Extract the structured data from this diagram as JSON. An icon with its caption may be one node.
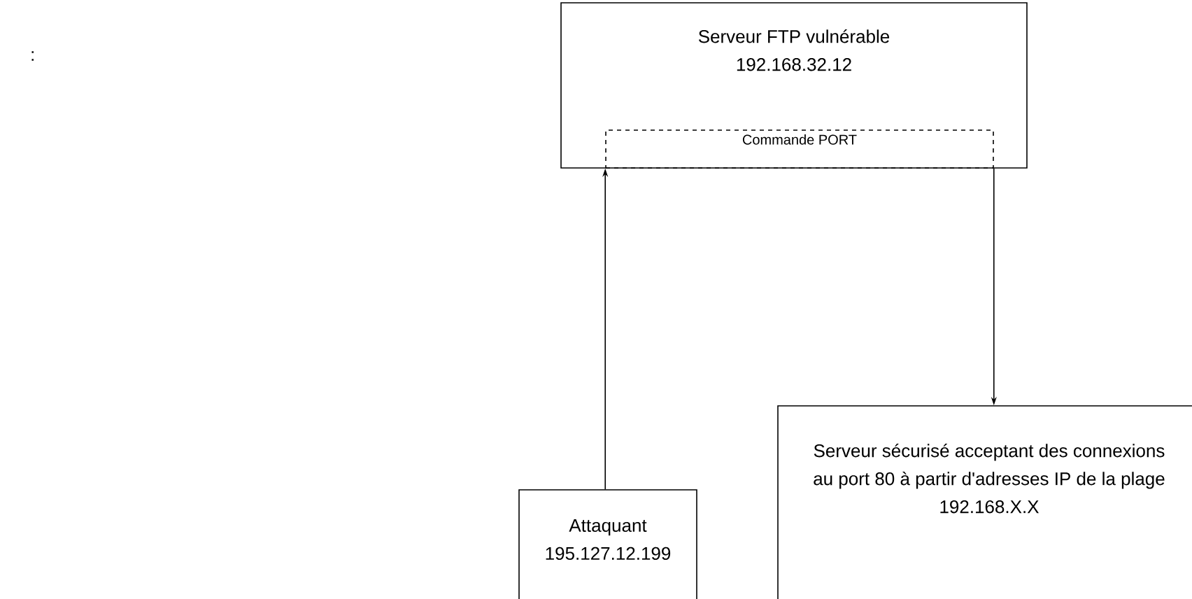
{
  "diagram": {
    "nodes": [
      {
        "text": [
          "Serveur FTP vulnérable",
          "192.168.32.12"
        ]
      },
      {
        "text": [
          "Commande PORT"
        ],
        "in": 0
      },
      {
        "text": [
          "Attaquant",
          "195.127.12.199"
        ]
      },
      {
        "text": [
          "Serveur sécurisé acceptant des connexions au port 80 à partir d'adresses IP de la plage 192.168.X.X"
        ]
      }
    ],
    "edges": [
      {
        "from": 2,
        "to": 1,
        "arrow": "to"
      },
      {
        "from": 1,
        "to": 3,
        "arrow": "to"
      }
    ],
    "labels": [
      ":"
    ]
  }
}
